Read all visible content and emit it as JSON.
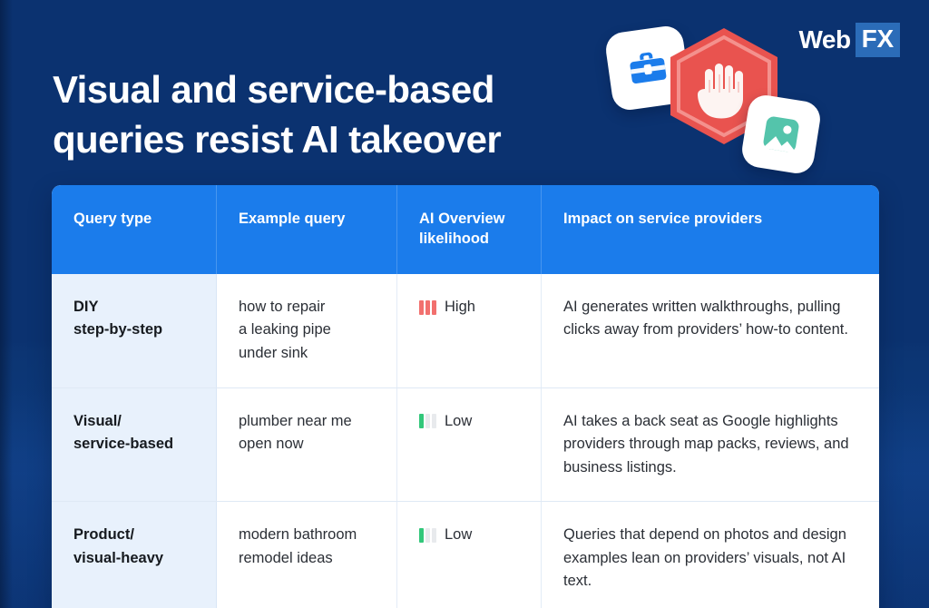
{
  "brand": {
    "logo_web": "Web",
    "logo_fx": "FX",
    "accent_blue": "#1b7ceb",
    "background_navy": "#0b3270",
    "high_color": "#f2706e",
    "low_color": "#32c77a",
    "inactive_bar_color": "#e8eaed",
    "first_column_tint": "#e8f1fc"
  },
  "header": {
    "title_line1": "Visual and service-based",
    "title_line2": "queries resist AI takeover"
  },
  "icons": [
    {
      "name": "toolbox-icon",
      "label": "toolbox"
    },
    {
      "name": "stop-hand-icon",
      "label": "stop hand"
    },
    {
      "name": "image-photo-icon",
      "label": "image"
    }
  ],
  "table": {
    "columns": [
      "Query type",
      "Example query",
      "AI Overview\nlikelihood",
      "Impact on service providers"
    ],
    "rows": [
      {
        "query_type": "DIY\nstep-by-step",
        "example_query": "how to repair\na leaking pipe\nunder sink",
        "likelihood_label": "High",
        "likelihood_level": 3,
        "impact": "AI generates written walkthroughs, pulling clicks away from providers’ how-to content."
      },
      {
        "query_type": "Visual/\nservice-based",
        "example_query": "plumber near me\nopen now",
        "likelihood_label": "Low",
        "likelihood_level": 1,
        "impact": "AI takes a back seat as Google highlights providers through map packs, reviews, and business listings."
      },
      {
        "query_type": "Product/\nvisual-heavy",
        "example_query": "modern bathroom\nremodel ideas",
        "likelihood_label": "Low",
        "likelihood_level": 1,
        "impact": "Queries that depend on photos and design examples lean on providers’ visuals, not AI text."
      }
    ]
  }
}
